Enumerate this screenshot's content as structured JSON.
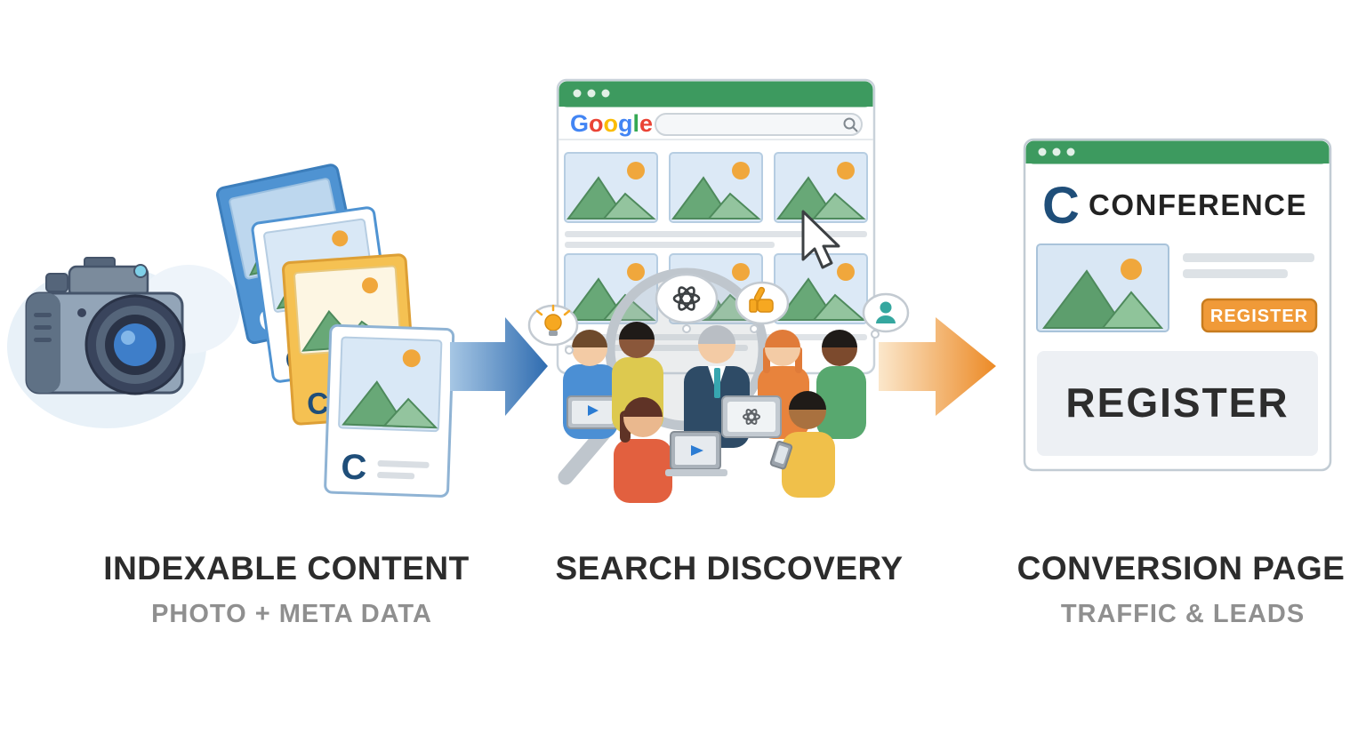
{
  "diagram": {
    "stages": [
      {
        "id": "indexable-content",
        "title": "INDEXABLE CONTENT",
        "subtitle": "PHOTO + META DATA"
      },
      {
        "id": "search-discovery",
        "title": "SEARCH DISCOVERY"
      },
      {
        "id": "conversion-page",
        "title": "CONVERSION PAGE",
        "subtitle": "TRAFFIC & LEADS"
      }
    ]
  },
  "photo_stack": {
    "logo_letter": "C"
  },
  "browser": {
    "google_letters": [
      {
        "char": "G",
        "color": "#4285F4"
      },
      {
        "char": "o",
        "color": "#EA4335"
      },
      {
        "char": "o",
        "color": "#FBBC05"
      },
      {
        "char": "g",
        "color": "#4285F4"
      },
      {
        "char": "l",
        "color": "#34A853"
      },
      {
        "char": "e",
        "color": "#EA4335"
      }
    ],
    "search_value": ""
  },
  "conference": {
    "logo_letter": "C",
    "name": "CONFERENCE",
    "register_button": "REGISTER",
    "register_cta": "REGISTER"
  },
  "icons": {
    "camera": "camera-icon",
    "magnifier": "magnifying-glass-icon",
    "lightbulb": "lightbulb-icon",
    "openai": "openai-logo-icon",
    "thumbs_up": "thumbs-up-icon",
    "person": "person-icon",
    "cursor": "mouse-cursor-icon",
    "bing": "bing-logo-icon"
  },
  "colors": {
    "green_bar": "#3D9A5F",
    "blue_arrow": "#2F6CB0",
    "orange_arrow": "#EC8A26",
    "register_orange": "#F09A38",
    "brand_navy": "#1F4E79",
    "card_blue": "#4F93D2",
    "card_yellow": "#F5C152",
    "title_text": "#2C2C2C",
    "subtitle_text": "#8F8F8F"
  }
}
